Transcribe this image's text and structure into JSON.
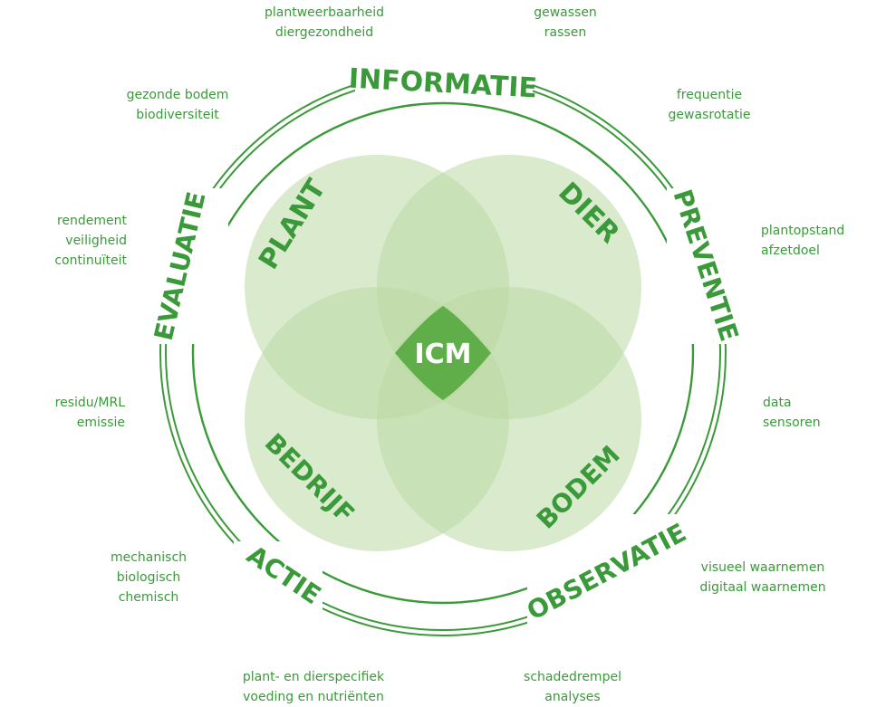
{
  "colors": {
    "accent": "#3a9a3a",
    "petal": "#bcd9a4",
    "center": "#5fae4a",
    "center_text": "#ffffff"
  },
  "center_label": "ICM",
  "petals": [
    "PLANT",
    "DIER",
    "BEDRIJF",
    "BODEM"
  ],
  "ring_words": [
    "INFORMATIE",
    "PREVENTIE",
    "OBSERVATIE",
    "ACTIE",
    "EVALUATIE"
  ],
  "side_labels": [
    {
      "lines": [
        "plantweerbaarheid",
        "diergezondheid"
      ]
    },
    {
      "lines": [
        "gewassen",
        "rassen"
      ]
    },
    {
      "lines": [
        "gezonde bodem",
        "biodiversiteit"
      ]
    },
    {
      "lines": [
        "frequentie",
        "gewasrotatie"
      ]
    },
    {
      "lines": [
        "rendement",
        "veiligheid",
        "continuïteit"
      ]
    },
    {
      "lines": [
        "plantopstand",
        "afzetdoel"
      ]
    },
    {
      "lines": [
        "residu/MRL",
        "emissie"
      ]
    },
    {
      "lines": [
        "data",
        "sensoren"
      ]
    },
    {
      "lines": [
        "mechanisch",
        "biologisch",
        "chemisch"
      ]
    },
    {
      "lines": [
        "visueel waarnemen",
        "digitaal waarnemen"
      ]
    },
    {
      "lines": [
        "plant- en dierspecifiek",
        "voeding en nutriënten"
      ]
    },
    {
      "lines": [
        "schadedrempel",
        "analyses"
      ]
    }
  ]
}
